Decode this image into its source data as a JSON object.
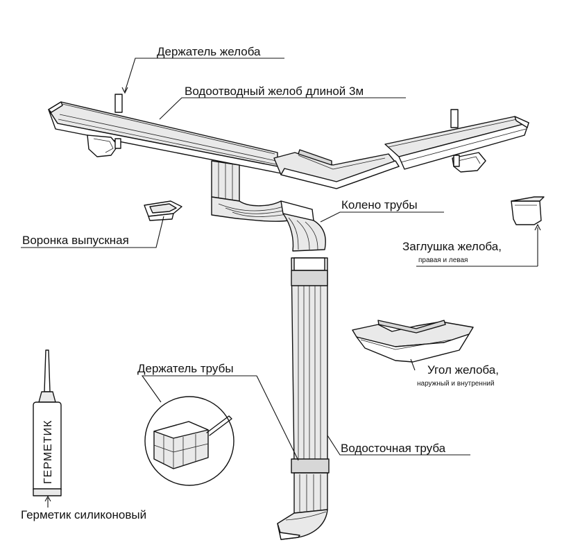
{
  "diagram": {
    "labels": {
      "gutter_holder": "Держатель желоба",
      "gutter": "Водоотводный желоб длиной 3м",
      "pipe_elbow": "Колено трубы",
      "outlet_funnel": "Воронка выпускная",
      "gutter_cap": "Заглушка желоба,",
      "gutter_cap_sub": "правая и левая",
      "gutter_corner": "Угол желоба,",
      "gutter_corner_sub": "наружный и внутренний",
      "pipe_holder": "Держатель трубы",
      "downpipe": "Водосточная труба",
      "sealant_tube_text": "ГЕРМЕТИК",
      "sealant": "Герметик силиконовый"
    }
  }
}
